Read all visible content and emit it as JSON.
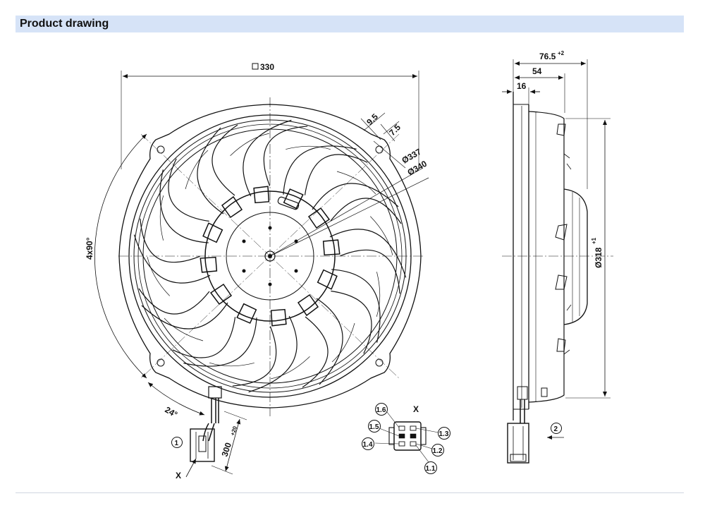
{
  "header": {
    "title": "Product drawing"
  },
  "dimensions": {
    "frame_square": "330",
    "dim_9_5": "9.5",
    "dim_7_5": "7.5",
    "dia_337": "Ø337",
    "dia_340": "Ø340",
    "angle_4x90": "4x90°",
    "angle_24": "24°",
    "cable_length": "300",
    "cable_length_tol": "+20",
    "depth_total": "76.5",
    "depth_total_tol": "+2",
    "depth_54": "54",
    "depth_16": "16",
    "dia_318": "Ø318",
    "dia_318_tol": "+1"
  },
  "callouts": {
    "one": "1",
    "two": "2",
    "view_x": "X",
    "view_x_label": "X"
  },
  "connector_pins": [
    "1.1",
    "1.2",
    "1.3",
    "1.4",
    "1.5",
    "1.6"
  ]
}
